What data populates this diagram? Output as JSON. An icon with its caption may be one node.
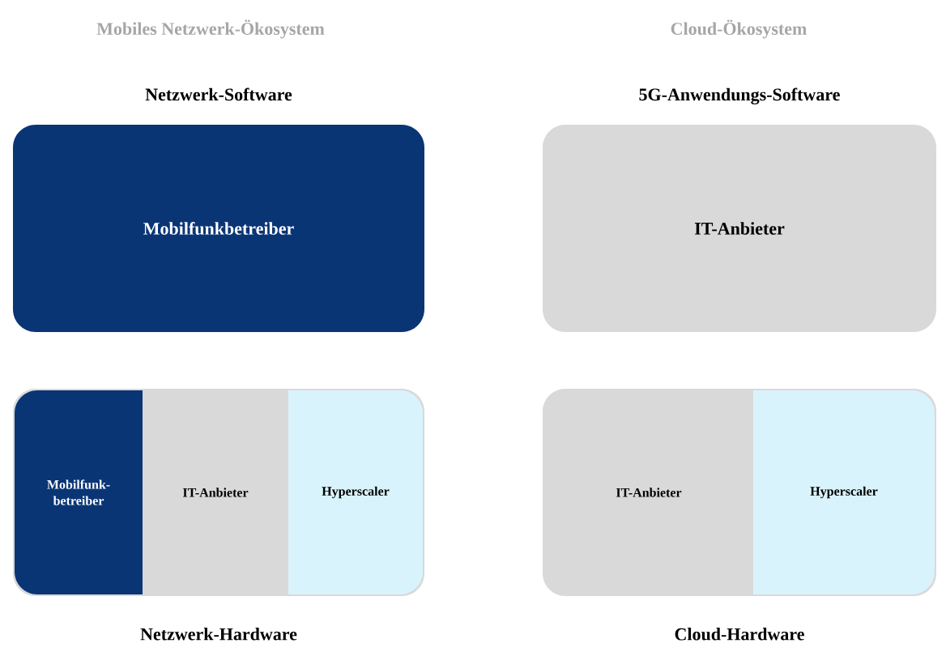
{
  "diagram": {
    "nodes": [
      {
        "text": [
          "Netzwerk-Software",
          "Mobilfunkbetreiber"
        ]
      },
      {
        "text": [
          "5G-Anwendungs-Software",
          "IT-Anbieter"
        ]
      },
      {
        "text": [
          "Netzwerk-Hardware"
        ]
      },
      {
        "text": [
          "Mobilfunk-betreiber"
        ],
        "in": 2
      },
      {
        "text": [
          "IT-Anbieter"
        ],
        "in": 2
      },
      {
        "text": [
          "Hyperscaler"
        ],
        "in": 2
      },
      {
        "text": [
          "Cloud-Hardware"
        ]
      },
      {
        "text": [
          "IT-Anbieter"
        ],
        "in": 6
      },
      {
        "text": [
          "Hyperscaler"
        ],
        "in": 6
      }
    ],
    "labels": [
      "Mobiles Netzwerk-Ökosystem",
      "Cloud-Ökosystem"
    ]
  }
}
